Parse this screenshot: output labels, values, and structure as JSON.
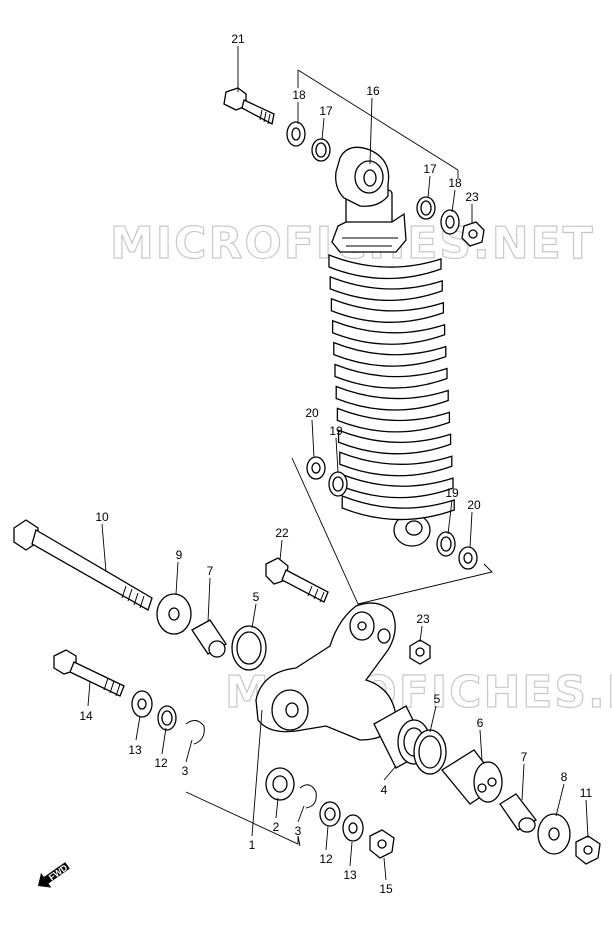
{
  "watermark": {
    "text_top": "MICROFICHES.NET",
    "text_bottom": "MICROFICHES.NET"
  },
  "direction_badge": {
    "text": "FWD"
  },
  "callouts": [
    {
      "id": "c21a",
      "text": "21"
    },
    {
      "id": "c18a",
      "text": "18"
    },
    {
      "id": "c17a",
      "text": "17"
    },
    {
      "id": "c16",
      "text": "16"
    },
    {
      "id": "c17b",
      "text": "17"
    },
    {
      "id": "c18b",
      "text": "18"
    },
    {
      "id": "c23a",
      "text": "23"
    },
    {
      "id": "c20a",
      "text": "20"
    },
    {
      "id": "c19a",
      "text": "19"
    },
    {
      "id": "c19b",
      "text": "19"
    },
    {
      "id": "c20b",
      "text": "20"
    },
    {
      "id": "c10",
      "text": "10"
    },
    {
      "id": "c9",
      "text": "9"
    },
    {
      "id": "c7a",
      "text": "7"
    },
    {
      "id": "c22",
      "text": "22"
    },
    {
      "id": "c5a",
      "text": "5"
    },
    {
      "id": "c23b",
      "text": "23"
    },
    {
      "id": "c14",
      "text": "14"
    },
    {
      "id": "c13a",
      "text": "13"
    },
    {
      "id": "c12a",
      "text": "12"
    },
    {
      "id": "c3a",
      "text": "3"
    },
    {
      "id": "c5b",
      "text": "5"
    },
    {
      "id": "c6",
      "text": "6"
    },
    {
      "id": "c4",
      "text": "4"
    },
    {
      "id": "c7b",
      "text": "7"
    },
    {
      "id": "c8",
      "text": "8"
    },
    {
      "id": "c11",
      "text": "11"
    },
    {
      "id": "c2",
      "text": "2"
    },
    {
      "id": "c3b",
      "text": "3"
    },
    {
      "id": "c1",
      "text": "1"
    },
    {
      "id": "c12b",
      "text": "12"
    },
    {
      "id": "c13b",
      "text": "13"
    },
    {
      "id": "c15",
      "text": "15"
    }
  ]
}
